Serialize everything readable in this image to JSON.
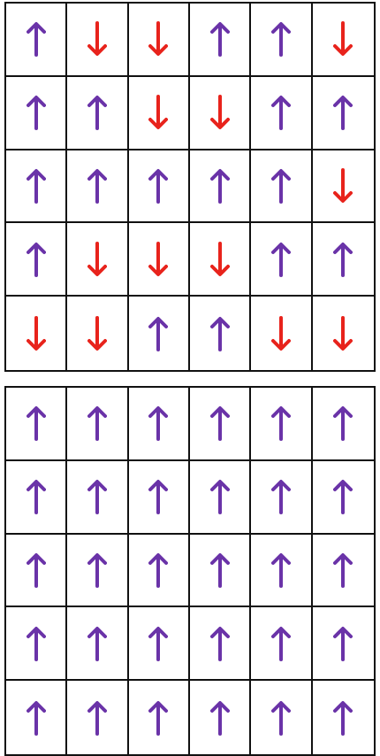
{
  "colors": {
    "up": "#6a33a8",
    "down": "#e8231c"
  },
  "grids": [
    {
      "id": "grid-top",
      "rows": [
        [
          "up",
          "down",
          "down",
          "up",
          "up",
          "down"
        ],
        [
          "up",
          "up",
          "down",
          "down",
          "up",
          "up"
        ],
        [
          "up",
          "up",
          "up",
          "up",
          "up",
          "down"
        ],
        [
          "up",
          "down",
          "down",
          "down",
          "up",
          "up"
        ],
        [
          "down",
          "down",
          "up",
          "up",
          "down",
          "down"
        ]
      ]
    },
    {
      "id": "grid-bottom",
      "rows": [
        [
          "up",
          "up",
          "up",
          "up",
          "up",
          "up"
        ],
        [
          "up",
          "up",
          "up",
          "up",
          "up",
          "up"
        ],
        [
          "up",
          "up",
          "up",
          "up",
          "up",
          "up"
        ],
        [
          "up",
          "up",
          "up",
          "up",
          "up",
          "up"
        ],
        [
          "up",
          "up",
          "up",
          "up",
          "up",
          "up"
        ]
      ]
    }
  ]
}
